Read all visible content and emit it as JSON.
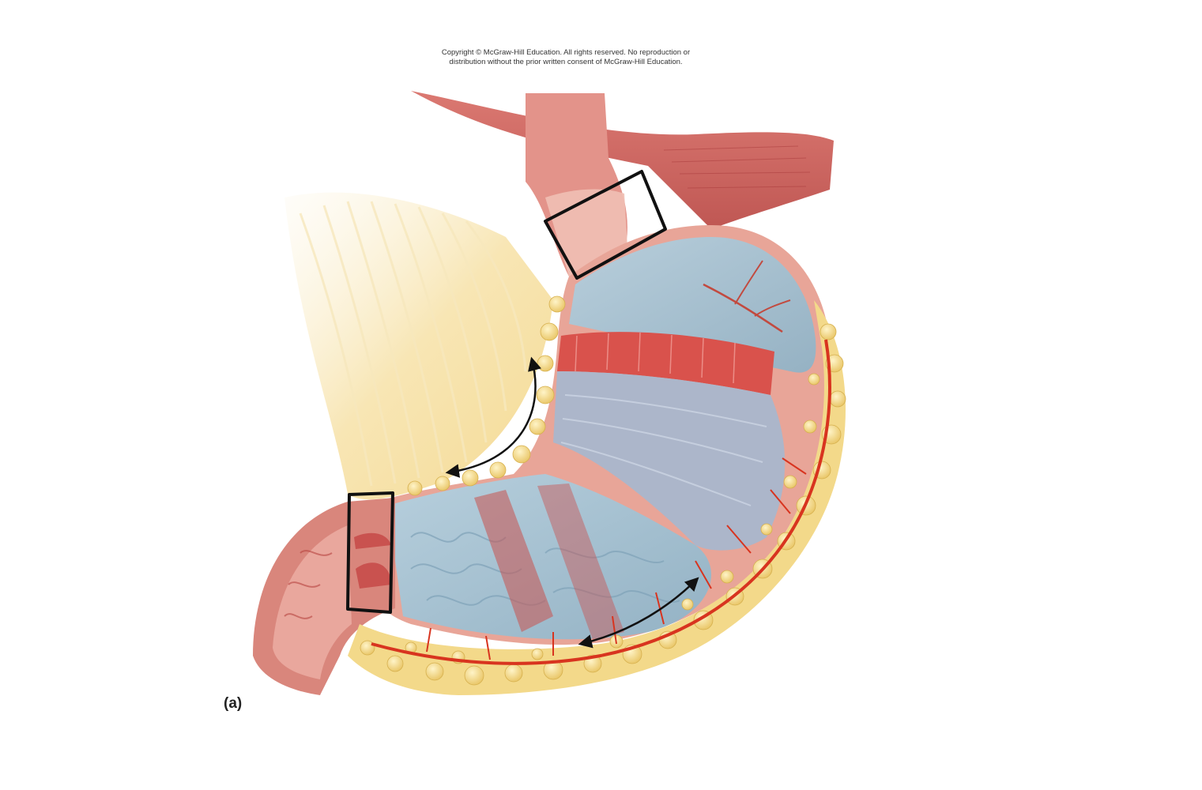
{
  "copyright": {
    "line1": "Copyright © McGraw-Hill Education.  All rights reserved. No reproduction or",
    "line2": "distribution without the prior written consent of McGraw-Hill Education."
  },
  "panel_label": "(a)",
  "colors": {
    "muscle": "#c9524f",
    "muscle_light": "#e58e86",
    "mucosa_blue": "#9fc3d6",
    "fat_yellow": "#f3d98a",
    "fat_fiber": "#f6e6b3",
    "vessel": "#d8341f",
    "marker_ink": "#111111"
  }
}
